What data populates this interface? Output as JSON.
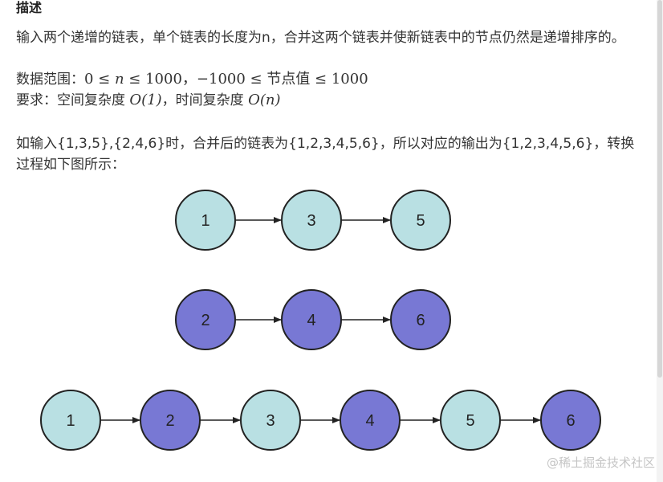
{
  "heading": "描述",
  "para1": "输入两个递增的链表，单个链表的长度为n，合并这两个链表并使新链表中的节点仍然是递增排序的。",
  "range": {
    "label": "数据范围：",
    "leq1": "0 ≤ ",
    "var_n": "n",
    "rest": " ≤ 1000，−1000 ≤ 节点值 ≤ 1000"
  },
  "req": {
    "label": "要求：空间复杂度 ",
    "o1": "O(1)",
    "mid": "，时间复杂度 ",
    "on": "O(n)"
  },
  "para2": "如输入{1,3,5},{2,4,6}时，合并后的链表为{1,2,3,4,5,6}，所以对应的输出为{1,2,3,4,5,6}，转换过程如下图所示：",
  "colors": {
    "light": "#b9e0e3",
    "dark": "#7878d4",
    "stroke": "#222222"
  },
  "diagram": {
    "list_a": [
      "1",
      "3",
      "5"
    ],
    "list_b": [
      "2",
      "4",
      "6"
    ],
    "merged": [
      "1",
      "2",
      "3",
      "4",
      "5",
      "6"
    ]
  },
  "watermark": "@稀土掘金技术社区"
}
